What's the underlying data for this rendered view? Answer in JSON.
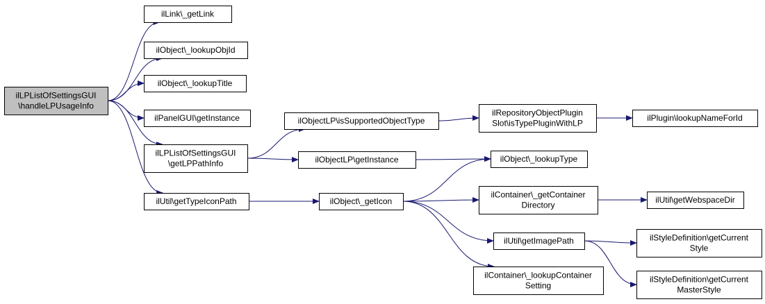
{
  "colors": {
    "node_fill": "#ffffff",
    "node_border": "#000000",
    "root_fill": "#bfbfbf",
    "edge": "#191970"
  },
  "nodes": {
    "root": {
      "lines": [
        "ilLPListOfSettingsGUI",
        "\\handleLPUsageInfo"
      ],
      "fill": "#bfbfbf"
    },
    "getLink": {
      "lines": [
        "ilLink\\_getLink"
      ]
    },
    "lookupObjId": {
      "lines": [
        "ilObject\\_lookupObjId"
      ]
    },
    "lookupTitle": {
      "lines": [
        "ilObject\\_lookupTitle"
      ]
    },
    "panelGetInstance": {
      "lines": [
        "ilPanelGUI\\getInstance"
      ]
    },
    "getLPPathInfo": {
      "lines": [
        "ilLPListOfSettingsGUI",
        "\\getLPPathInfo"
      ]
    },
    "getTypeIconPath": {
      "lines": [
        "ilUtil\\getTypeIconPath"
      ]
    },
    "isSupportedObjectType": {
      "lines": [
        "ilObjectLP\\isSupportedObjectType"
      ]
    },
    "objectLPGetInstance": {
      "lines": [
        "ilObjectLP\\getInstance"
      ]
    },
    "getIcon": {
      "lines": [
        "ilObject\\_getIcon"
      ]
    },
    "isTypePluginWithLP": {
      "lines": [
        "ilRepositoryObjectPlugin",
        "Slot\\isTypePluginWithLP"
      ]
    },
    "lookupType": {
      "lines": [
        "ilObject\\_lookupType"
      ]
    },
    "getContainerDirectory": {
      "lines": [
        "ilContainer\\_getContainer",
        "Directory"
      ]
    },
    "getImagePath": {
      "lines": [
        "ilUtil\\getImagePath"
      ]
    },
    "lookupContainerSetting": {
      "lines": [
        "ilContainer\\_lookupContainer",
        "Setting"
      ]
    },
    "lookupNameForId": {
      "lines": [
        "ilPlugin\\lookupNameForId"
      ]
    },
    "getWebspaceDir": {
      "lines": [
        "ilUtil\\getWebspaceDir"
      ]
    },
    "getCurrentStyle": {
      "lines": [
        "ilStyleDefinition\\getCurrent",
        "Style"
      ]
    },
    "getCurrentMasterStyle": {
      "lines": [
        "ilStyleDefinition\\getCurrent",
        "MasterStyle"
      ]
    }
  },
  "edges": [
    [
      "root",
      "getLink"
    ],
    [
      "root",
      "lookupObjId"
    ],
    [
      "root",
      "lookupTitle"
    ],
    [
      "root",
      "panelGetInstance"
    ],
    [
      "root",
      "getLPPathInfo"
    ],
    [
      "root",
      "getTypeIconPath"
    ],
    [
      "getLPPathInfo",
      "isSupportedObjectType"
    ],
    [
      "getLPPathInfo",
      "objectLPGetInstance"
    ],
    [
      "isSupportedObjectType",
      "isTypePluginWithLP"
    ],
    [
      "isTypePluginWithLP",
      "lookupNameForId"
    ],
    [
      "objectLPGetInstance",
      "lookupType"
    ],
    [
      "getTypeIconPath",
      "getIcon"
    ],
    [
      "getIcon",
      "lookupType"
    ],
    [
      "getIcon",
      "getContainerDirectory"
    ],
    [
      "getIcon",
      "getImagePath"
    ],
    [
      "getIcon",
      "lookupContainerSetting"
    ],
    [
      "getContainerDirectory",
      "getWebspaceDir"
    ],
    [
      "getImagePath",
      "getCurrentStyle"
    ],
    [
      "getImagePath",
      "getCurrentMasterStyle"
    ]
  ]
}
